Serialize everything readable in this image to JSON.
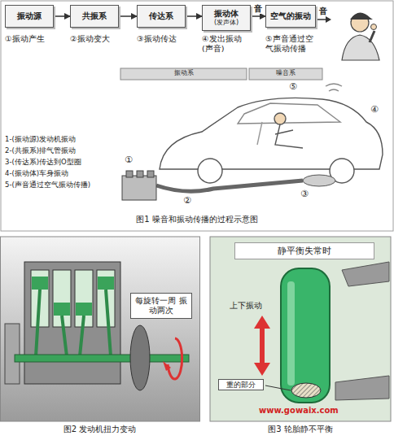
{
  "diagram": {
    "caption": "图1 噪音和振动传播的过程示意图",
    "nodes": [
      {
        "text": [
          "振动源"
        ]
      },
      {
        "text": [
          "共振系"
        ]
      },
      {
        "text": [
          "传达系"
        ]
      },
      {
        "text": [
          "振动体",
          "(发声体)"
        ]
      },
      {
        "text": [
          "空气的振动"
        ]
      },
      {
        "text": [
          "每旋转一周 振动两次"
        ]
      },
      {
        "text": [
          "静平衡失常时"
        ]
      },
      {
        "text": [
          "重的部分"
        ]
      }
    ],
    "edges": [
      {
        "from": 0,
        "to": 1,
        "arrow": "to"
      },
      {
        "from": 1,
        "to": 2,
        "arrow": "to"
      },
      {
        "from": 2,
        "to": 3,
        "arrow": "to"
      },
      {
        "from": 3,
        "to": 4,
        "label": "音",
        "arrow": "to"
      }
    ],
    "labels": [
      "①振动产生",
      "②振动变大",
      "③振动传达",
      "④发出振动(声音)",
      "⑤声音通过空气振动传播",
      "音",
      "振动系",
      "噪音系",
      "⑤",
      "④",
      "③",
      "②",
      "①",
      "1-(振动源)发动机振动",
      "2-(共振系)排气管振动",
      "3-(传达系)传达到O型圈",
      "4-(振动体)车身振动",
      "5-(声音通过空气振动传播)",
      "图2 发动机扭力变动",
      "图3 轮胎静不平衡",
      "上下振动",
      "www.gowaix.com"
    ]
  }
}
